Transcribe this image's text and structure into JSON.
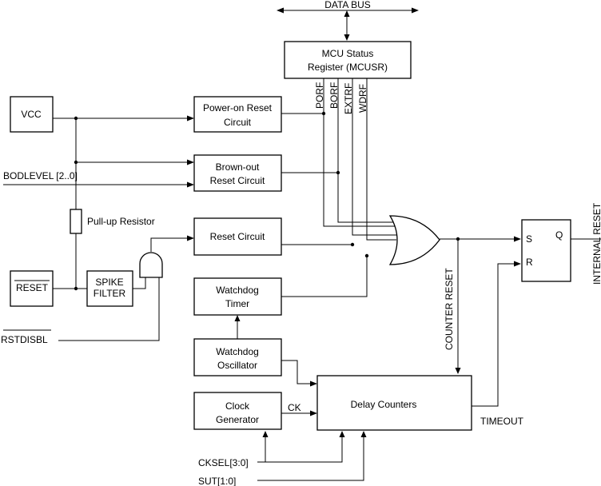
{
  "diagram": {
    "data_bus": "DATA BUS",
    "mcusr_line1": "MCU Status",
    "mcusr_line2": "Register (MCUSR)",
    "flags": {
      "porf": "PORF",
      "borf": "BORF",
      "extrf": "EXTRF",
      "wdrf": "WDRF"
    },
    "vcc": "VCC",
    "por_line1": "Power-on Reset",
    "por_line2": "Circuit",
    "bodlevel": "BODLEVEL [2..0]",
    "bod_line1": "Brown-out",
    "bod_line2": "Reset Circuit",
    "pullup": "Pull-up Resistor",
    "reset_circuit": "Reset Circuit",
    "reset_pin": "RESET",
    "spike_line1": "SPIKE",
    "spike_line2": "FILTER",
    "rstdisbl": "RSTDISBL",
    "wdt_line1": "Watchdog",
    "wdt_line2": "Timer",
    "wdo_line1": "Watchdog",
    "wdo_line2": "Oscillator",
    "clk_line1": "Clock",
    "clk_line2": "Generator",
    "ck": "CK",
    "delay": "Delay Counters",
    "timeout": "TIMEOUT",
    "counter_reset": "COUNTER RESET",
    "sr_s": "S",
    "sr_r": "R",
    "sr_q": "Q",
    "internal_reset": "INTERNAL  RESET",
    "cksel": "CKSEL[3:0]",
    "sut": "SUT[1:0]"
  }
}
